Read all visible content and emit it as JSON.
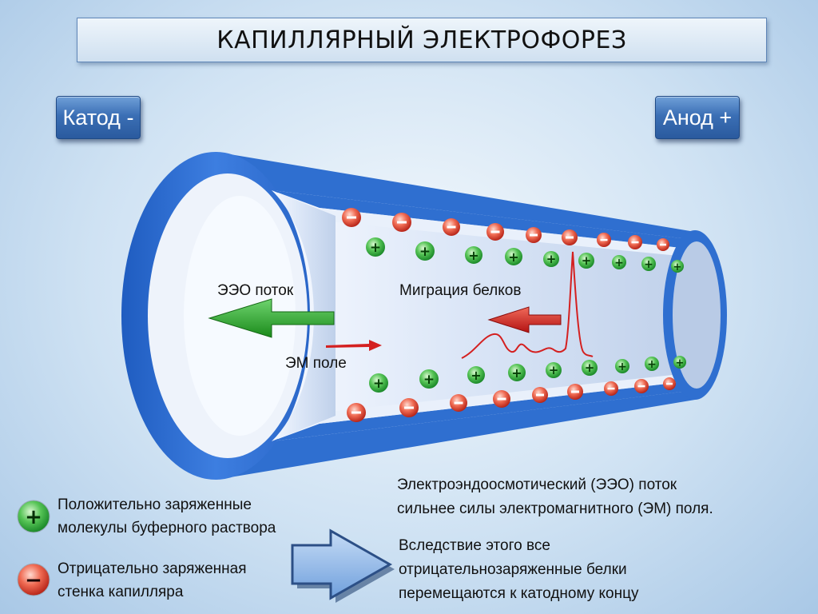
{
  "title": "КАПИЛЛЯРНЫЙ ЭЛЕКТРОФОРЕЗ",
  "electrodes": {
    "cathode": "Катод -",
    "anode": "Анод +"
  },
  "diagram_labels": {
    "eeo_flow": "ЭЭО поток",
    "protein_migration": "Миграция белков",
    "em_field": "ЭМ поле"
  },
  "legend": {
    "positive_symbol": "+",
    "negative_symbol": "−",
    "positive_line1": "Положительно заряженные",
    "positive_line2": "молекулы буферного раствора",
    "negative_line1": "Отрицательно заряженная",
    "negative_line2": "стенка капилляра"
  },
  "explanation": {
    "line1": "Электроэндоосмотический (ЭЭО) поток",
    "line2": "сильнее силы электромагнитного (ЭМ) поля.",
    "line3": "Вследствие этого все",
    "line4": "отрицательнозаряженные белки",
    "line5": "перемещаются к катодному концу"
  },
  "colors": {
    "capillary_blue": "#2f6fd0",
    "eeo_arrow": "#2aa02a",
    "protein_arrow": "#d42020",
    "positive_charge": "#3cb83c",
    "negative_charge": "#e04a3a"
  }
}
